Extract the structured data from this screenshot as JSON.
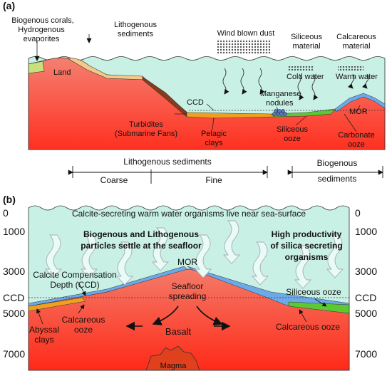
{
  "panel_a": {
    "label": "(a)",
    "labels": {
      "biogenous_corals": "Biogenous corals,",
      "hydrogenous_evaporites": "Hydrogenous",
      "evaporites": "evaporites",
      "lithogenous_1": "Lithogenous",
      "lithogenous_2": "sediments",
      "wind_blown_dust": "Wind blown dust",
      "siliceous_1": "Siliceous",
      "siliceous_2": "material",
      "calcareous_1": "Calcareous",
      "calcareous_2": "material",
      "land": "Land",
      "cold_water": "Cold water",
      "warm_water": "Warm water",
      "ccd": "CCD",
      "manganese_1": "Manganese",
      "manganese_2": "nodules",
      "mor": "MOR",
      "turbidites_1": "Turbidites",
      "turbidites_2": "(Submarine Fans)",
      "pelagic_1": "Pelagic",
      "pelagic_2": "clays",
      "siliceous_ooze_1": "Siliceous",
      "siliceous_ooze_2": "ooze",
      "carbonate_1": "Carbonate",
      "carbonate_2": "ooze"
    },
    "scale": {
      "lithogenous_sediments": "Lithogenous sediments",
      "coarse": "Coarse",
      "fine": "Fine",
      "biogenous_1": "Biogenous",
      "biogenous_2": "sediments"
    }
  },
  "panel_b": {
    "label": "(b)",
    "depth_ticks": [
      "0",
      "1000",
      "3000",
      "5000",
      "7000"
    ],
    "ccd_label": "CCD",
    "labels": {
      "calcite_secreting": "Calcite-secreting warm water organisms live near sea-surface",
      "bio_litho_1": "Biogenous and Lithogenous",
      "bio_litho_2": "particles settle at the seafloor",
      "high_prod_1": "High productivity",
      "high_prod_2": "of silica secreting",
      "high_prod_3": "organisms",
      "mor": "MOR",
      "ccd_1": "Calcite Compensation",
      "ccd_2": "Depth (CCD)",
      "seafloor_1": "Seafloor",
      "seafloor_2": "spreading",
      "siliceous_ooze": "Siliceous ooze",
      "abyssal_1": "Abyssal",
      "abyssal_2": "clays",
      "calcareous_ooze_left_1": "Calcareous",
      "calcareous_ooze_left_2": "ooze",
      "calcareous_ooze_right": "Calcareous ooze",
      "basalt": "Basalt",
      "magma": "Magma"
    }
  },
  "colors": {
    "water": "#c8f0e4",
    "crust_top": "#f46a5a",
    "crust_bottom": "#ff2c1c",
    "land_green": "#c9e07a",
    "tan": "#f2c98a",
    "turbidite": "#8b3a1a",
    "orange": "#f0a020",
    "green_ooze": "#5cc832",
    "blue_ooze": "#6aaae8"
  }
}
